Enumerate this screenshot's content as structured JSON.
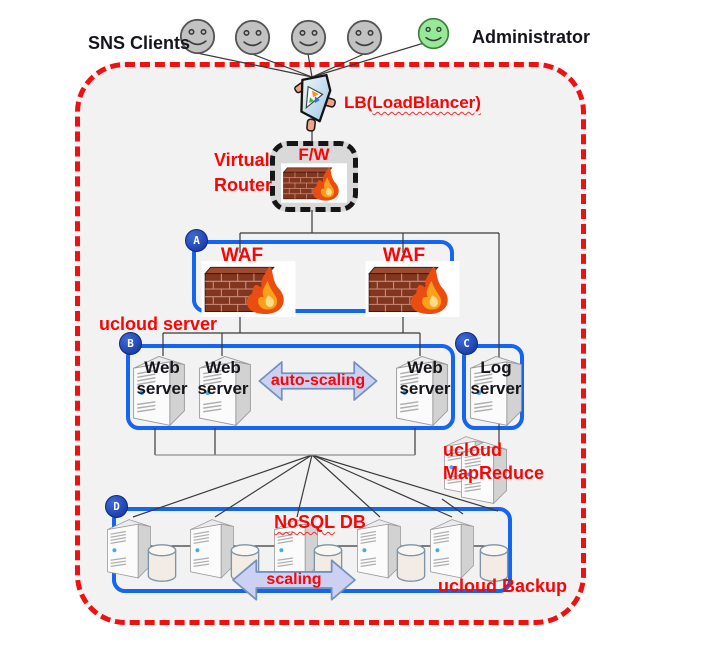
{
  "colors": {
    "accent_red": "#fa0505",
    "box_blue": "#1565f0",
    "badge_navy": "#12309b",
    "region_bg": "#f2f2f2",
    "arrow_fill": "#ccd1f4",
    "arrow_stroke": "#7292bd"
  },
  "top": {
    "sns_clients_label": "SNS Clients",
    "administrator_label": "Administrator",
    "client_count": 4
  },
  "lb": {
    "prefix": "LB(",
    "wavy": "LoadBlancer)"
  },
  "virtual_router": {
    "line1": "Virtual",
    "line2": "Router",
    "fw_label": "F/W"
  },
  "section_a": {
    "badge": "A",
    "waf1": "WAF",
    "waf2": "WAF"
  },
  "ucloud_server_label": "ucloud server",
  "section_b": {
    "badge": "B",
    "servers": [
      {
        "l1": "Web",
        "l2": "server"
      },
      {
        "l1": "Web",
        "l2": "server"
      },
      {
        "l1": "Web",
        "l2": "server"
      }
    ],
    "auto_scaling_label": "auto-scaling"
  },
  "section_c": {
    "badge": "C",
    "server": {
      "l1": "Log",
      "l2": "server"
    }
  },
  "mapreduce": {
    "line1": "ucloud",
    "line2": "MapReduce"
  },
  "section_d": {
    "badge": "D",
    "nosql_wavy": "NoSQL",
    "nosql_rest": " DB",
    "scaling_label": "scaling",
    "backup_label": "ucloud Backup",
    "db_node_count": 5
  }
}
